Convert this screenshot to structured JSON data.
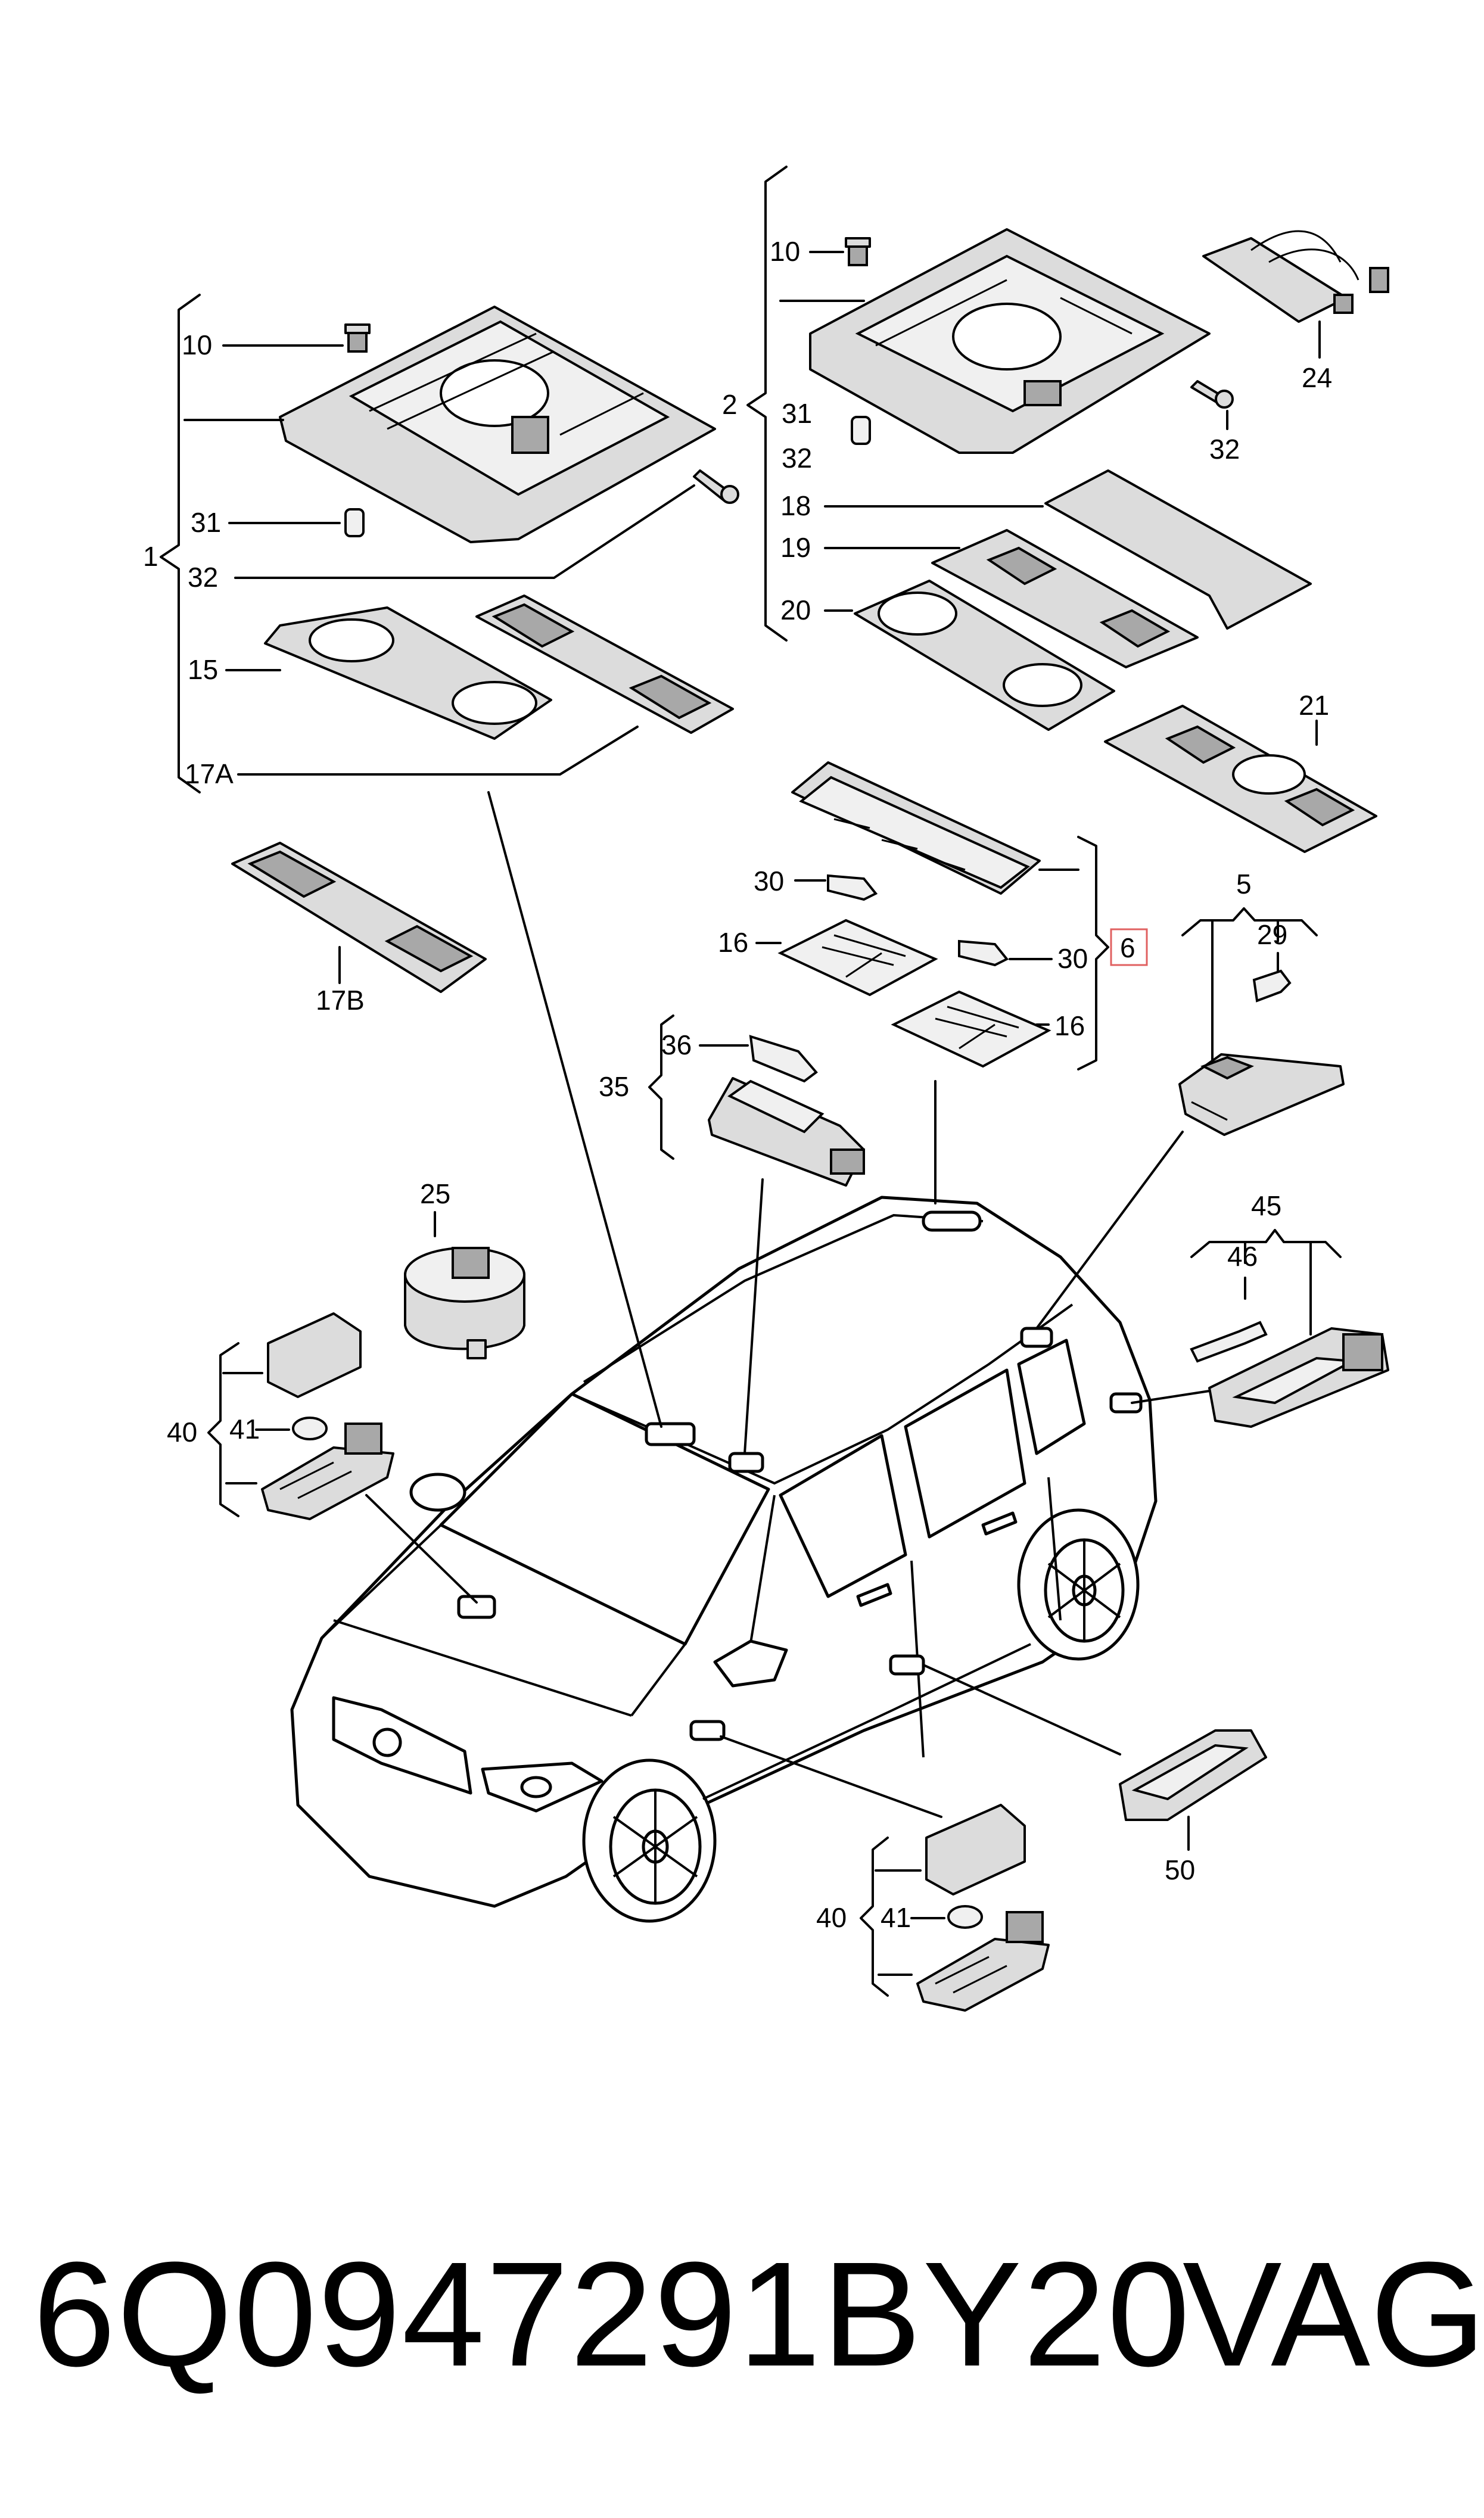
{
  "labels": {
    "l1": "1",
    "l2": "2",
    "l5": "5",
    "l6": "6",
    "l10a": "10",
    "l10b": "10",
    "l31a": "31",
    "l31b": "31",
    "l32a": "32",
    "l32b": "32",
    "l32c": "32",
    "l15": "15",
    "l17a": "17A",
    "l17b": "17B",
    "l18": "18",
    "l19": "19",
    "l20": "20",
    "l21": "21",
    "l24": "24",
    "l16a": "16",
    "l16b": "16",
    "l30a": "30",
    "l30b": "30",
    "l29": "29",
    "l35": "35",
    "l36": "36",
    "l25": "25",
    "l45": "45",
    "l46": "46",
    "l40a": "40",
    "l40b": "40",
    "l41a": "41",
    "l41b": "41",
    "l50": "50"
  },
  "footer": {
    "part_number": "6Q0947291BY20",
    "brand": "VAG"
  },
  "colors": {
    "line": "#000000",
    "part_fill": "#dcdcdc",
    "highlight": "#e06060",
    "background": "#ffffff"
  }
}
